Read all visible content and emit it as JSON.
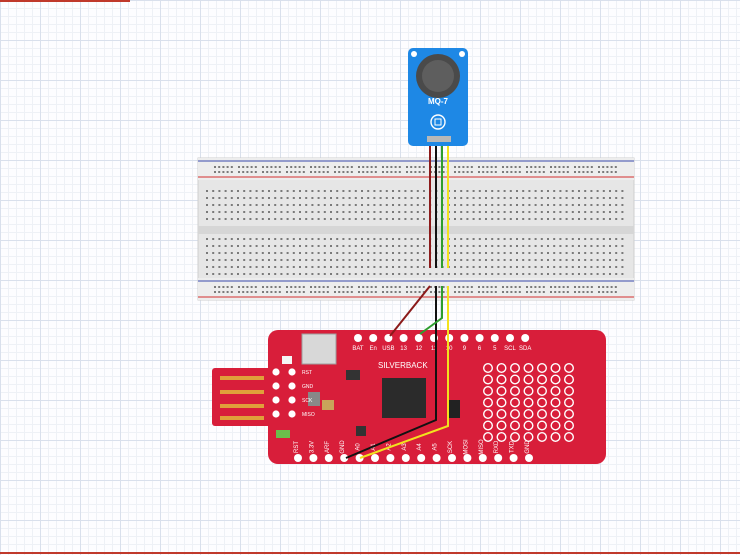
{
  "sensor": {
    "label": "MQ-7",
    "board_color": "#1e88e5",
    "icon": "sensor-symbol-icon"
  },
  "breadboard": {
    "body_color": "#e8e8e8",
    "rail_plus_color": "#d32f2f",
    "rail_minus_color": "#3949ab"
  },
  "microcontroller": {
    "name": "SILVERBACK",
    "board_color": "#d81e3a",
    "top_pins": [
      "BAT",
      "En",
      "USB",
      "13",
      "12",
      "11",
      "10",
      "9",
      "6",
      "5",
      "SCL",
      "SDA"
    ],
    "bottom_pins": [
      "RST",
      "3.3V",
      "ARF",
      "GND",
      "A0",
      "A1",
      "A2",
      "A3",
      "A4",
      "A5",
      "SCK",
      "MOSI",
      "MISO",
      "RXD",
      "TXD",
      "GND"
    ],
    "side_pins": [
      "RST",
      "GND",
      "SCK",
      "MISO"
    ]
  },
  "wires": [
    {
      "color": "#8b1a1a",
      "role": "VCC"
    },
    {
      "color": "#111111",
      "role": "GND"
    },
    {
      "color": "#2e9e2e",
      "role": "DOUT"
    },
    {
      "color": "#f2e21d",
      "role": "AOUT"
    }
  ]
}
